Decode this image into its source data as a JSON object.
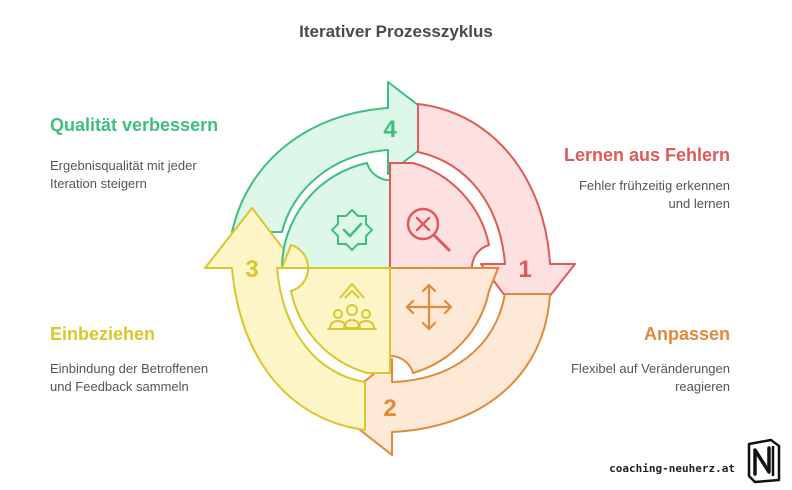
{
  "title": "Iterativer Prozesszyklus",
  "steps": [
    {
      "number": "1",
      "heading": "Lernen aus Fehlern",
      "description": "Fehler frühzeitig erkennen und lernen",
      "color": "#e05a5a",
      "fill": "#fde0e0",
      "icon": "magnifier-x-icon"
    },
    {
      "number": "2",
      "heading": "Anpassen",
      "description": "Flexibel auf Veränderungen reagieren",
      "color": "#e08a3a",
      "fill": "#fde9d6",
      "icon": "move-arrows-icon"
    },
    {
      "number": "3",
      "heading": "Einbeziehen",
      "description": "Einbindung der Betroffenen und Feedback sammeln",
      "color": "#d9c72b",
      "fill": "#fbf5c8",
      "icon": "people-group-icon"
    },
    {
      "number": "4",
      "heading": "Qualität verbessern",
      "description": "Ergebnisqualität mit jeder Iteration steigern",
      "color": "#3fbf7f",
      "fill": "#ddf7e8",
      "icon": "check-badge-icon"
    }
  ],
  "footer": {
    "text": "coaching-neuherz.at",
    "logo_icon": "n-logo-icon"
  }
}
